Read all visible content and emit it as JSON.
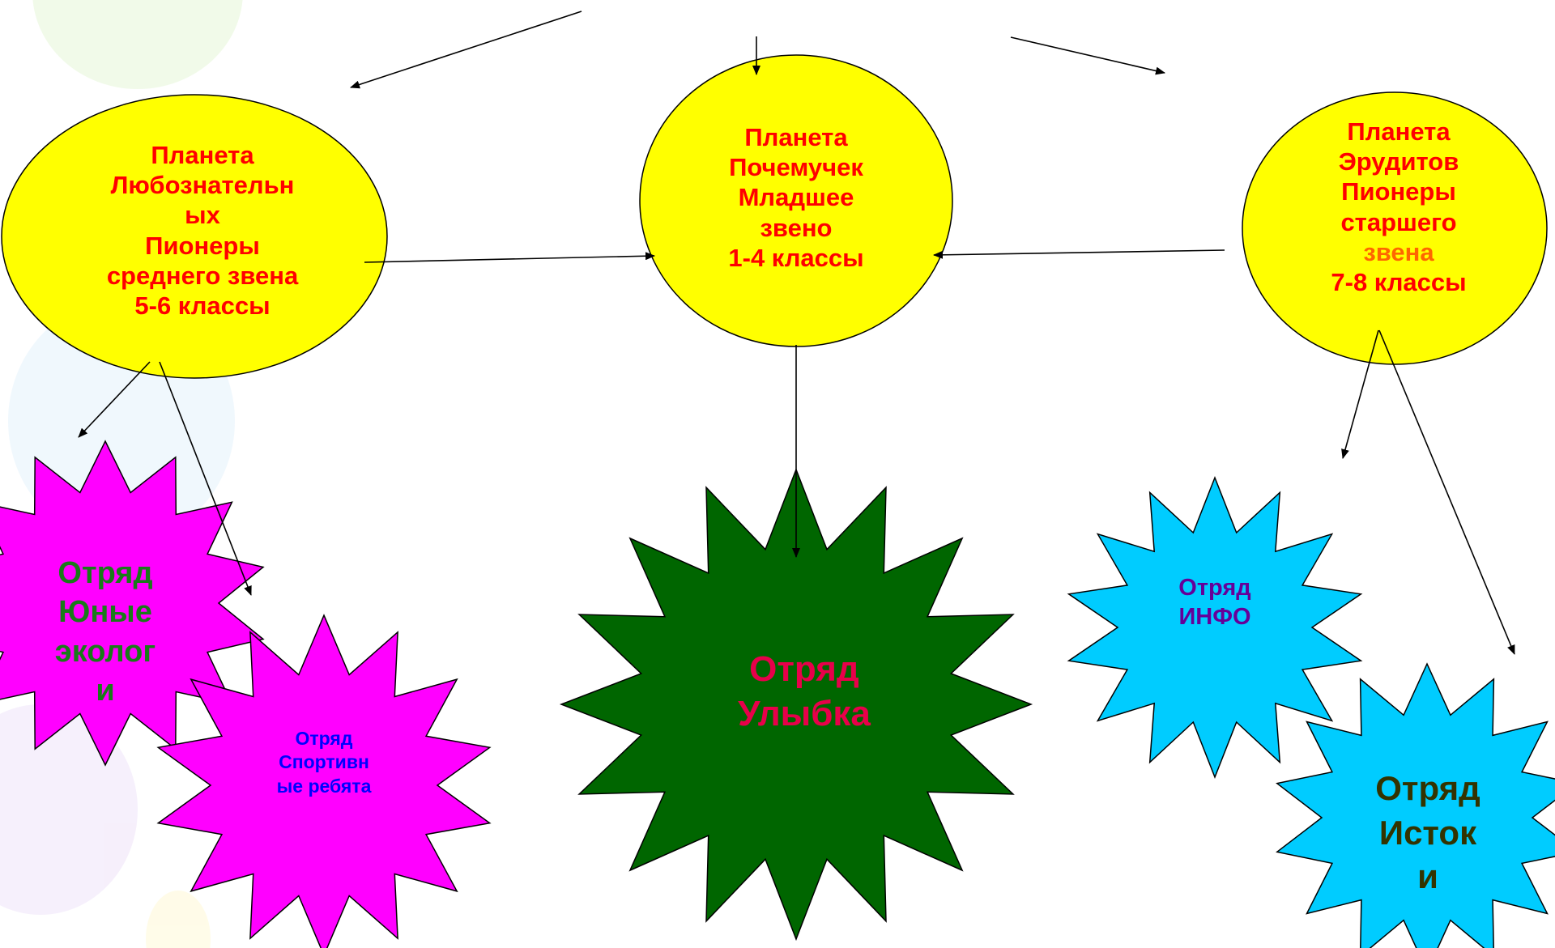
{
  "colors": {
    "planet_fill": "#ffff00",
    "magenta_star": "#ff00ff",
    "green_star": "#006600",
    "cyan_star": "#00ccff",
    "planet_text": "#ff0000",
    "accent_text": "#ff6600"
  },
  "planets": {
    "left": {
      "lines": [
        "Планета",
        "Любознательн",
        "ых",
        "Пионеры",
        "среднего звена",
        "5-6 классы"
      ]
    },
    "center": {
      "lines": [
        "Планета",
        "Почемучек",
        "Младшее",
        "звено",
        "1-4 классы"
      ]
    },
    "right": {
      "lines": [
        "Планета",
        "Эрудитов",
        "Пионеры",
        "старшего",
        "звена",
        "7-8 классы"
      ]
    }
  },
  "squads": {
    "ecologists": {
      "lines": [
        "Отряд",
        "Юные",
        "эколог",
        "и"
      ]
    },
    "sport": {
      "lines": [
        "Отряд",
        "Спортивн",
        "ые ребята"
      ]
    },
    "smile": {
      "lines": [
        "Отряд",
        "Улыбка"
      ]
    },
    "info": {
      "lines": [
        "Отряд",
        "ИНФО"
      ]
    },
    "istoki": {
      "lines": [
        "Отряд",
        "Исток",
        "и"
      ]
    }
  }
}
